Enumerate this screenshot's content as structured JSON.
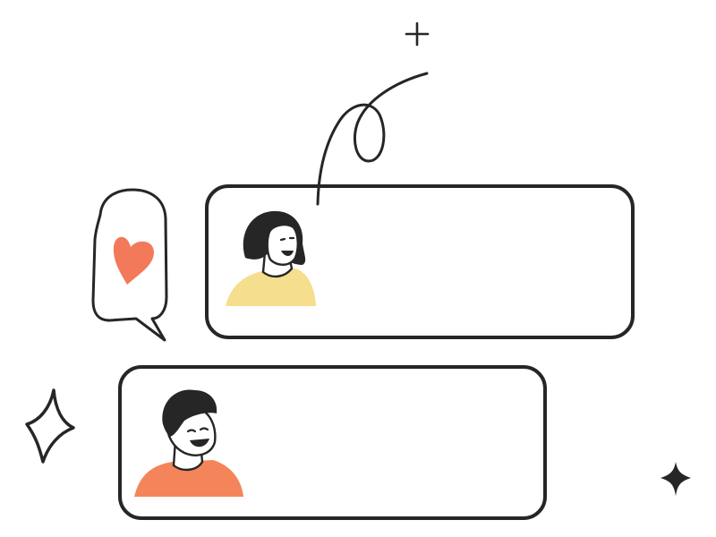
{
  "illustration": {
    "colors": {
      "ink": "#262626",
      "background": "#ffffff",
      "heart": "#F27A5A",
      "woman_shirt": "#F5DE8D",
      "man_shirt": "#F4855A"
    },
    "icons": [
      "heart-icon",
      "sparkle-icon",
      "swirl-doodle",
      "speech-bubble"
    ],
    "cards": [
      {
        "role": "upper-card",
        "avatar": "woman-avatar"
      },
      {
        "role": "lower-card",
        "avatar": "man-avatar"
      }
    ]
  }
}
